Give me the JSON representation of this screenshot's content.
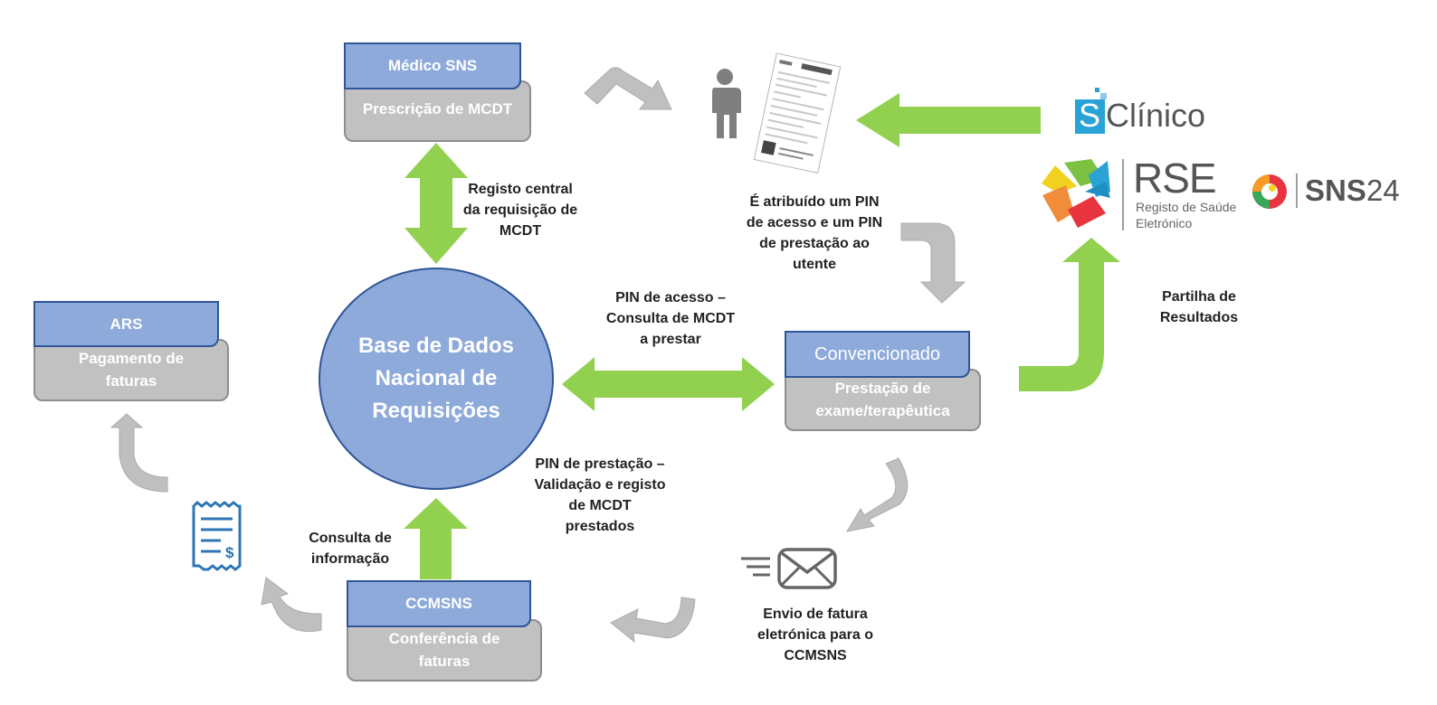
{
  "medico": {
    "title": "Médico SNS",
    "subtitle": "Prescrição de MCDT"
  },
  "ars": {
    "title": "ARS",
    "subtitle": "Pagamento de faturas"
  },
  "convencionado": {
    "title": "Convencionado",
    "subtitle": "Prestação de exame/terapêutica"
  },
  "ccmsns": {
    "title": "CCMSNS",
    "subtitle": "Conferência de faturas"
  },
  "database": {
    "label": "Base de Dados Nacional de Requisições"
  },
  "labels": {
    "registo": [
      "Registo central",
      "da requisição de",
      "MCDT"
    ],
    "pin_atribuido": [
      "É atribuído um PIN",
      "de acesso e um PIN",
      "de prestação ao",
      "utente"
    ],
    "pin_acesso": [
      "PIN de acesso –",
      "Consulta de MCDT",
      "a prestar"
    ],
    "pin_prestacao": [
      "PIN de prestação –",
      "Validação e registo",
      "de MCDT",
      "prestados"
    ],
    "consulta": [
      "Consulta de",
      "informação"
    ],
    "envio": [
      "Envio de fatura",
      "eletrónica para o",
      "CCMSNS"
    ],
    "partilha": [
      "Partilha de",
      "Resultados"
    ]
  },
  "logos": {
    "sclinico": {
      "s": "S",
      "text": "Clínico"
    },
    "rse": {
      "title": "RSE",
      "line1": "Registo de Saúde",
      "line2": "Eletrónico"
    },
    "sns24": {
      "sns": "SNS",
      "num": "24"
    }
  },
  "colors": {
    "green": "#92d050",
    "gray_arrow": "#bfbfbf",
    "blue": "#8eaadb",
    "dark_blue": "#2f5597"
  },
  "icons": [
    "person-icon",
    "prescription-document-icon",
    "invoice-receipt-icon",
    "email-envelope-icon"
  ]
}
